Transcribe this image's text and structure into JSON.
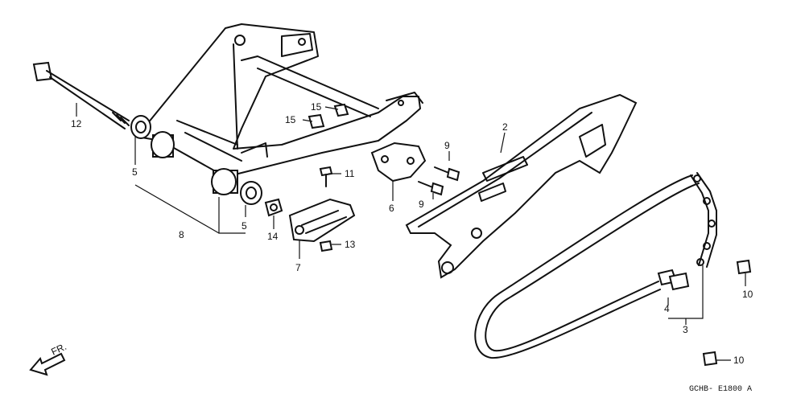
{
  "callouts": {
    "c2": "2",
    "c3": "3",
    "c4": "4",
    "c5a": "5",
    "c5b": "5",
    "c6": "6",
    "c7": "7",
    "c8": "8",
    "c9a": "9",
    "c9b": "9",
    "c10a": "10",
    "c10b": "10",
    "c11": "11",
    "c12": "12",
    "c13": "13",
    "c14": "14",
    "c15a": "15",
    "c15b": "15"
  },
  "direction": "FR.",
  "figure_code": "GCHB- E1800 A"
}
